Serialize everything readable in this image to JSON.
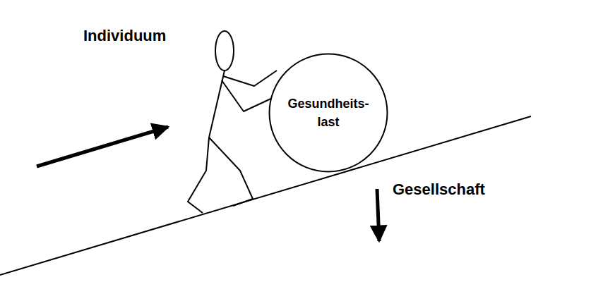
{
  "diagram": {
    "nodes": [
      {
        "text": [
          "Gesundheits- last"
        ]
      }
    ],
    "labels": [
      "Individuum",
      "Gesellschaft"
    ]
  }
}
